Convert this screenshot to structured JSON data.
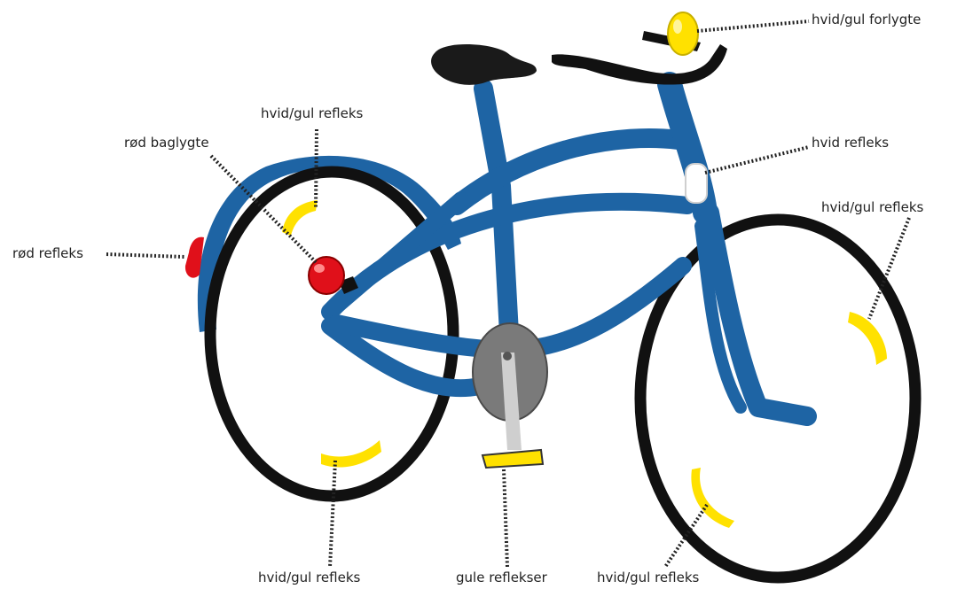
{
  "labels": {
    "front_light": "hvid/gul forlygte",
    "front_reflector": "hvid refleks",
    "rear_light": "rød baglygte",
    "rear_reflector": "rød refleks",
    "rear_wheel_top_reflector": "hvid/gul refleks",
    "rear_wheel_bottom_reflector": "hvid/gul refleks",
    "front_wheel_top_reflector": "hvid/gul refleks",
    "front_wheel_bottom_reflector": "hvid/gul refleks",
    "pedal_reflectors": "gule reflekser"
  },
  "colors": {
    "frame": "#1e64a4",
    "tire": "#111111",
    "saddle": "#1a1a1a",
    "yellow": "#ffe100",
    "red": "#e0101a",
    "crank_cover": "#7a7a7a",
    "leader": "#222222"
  }
}
